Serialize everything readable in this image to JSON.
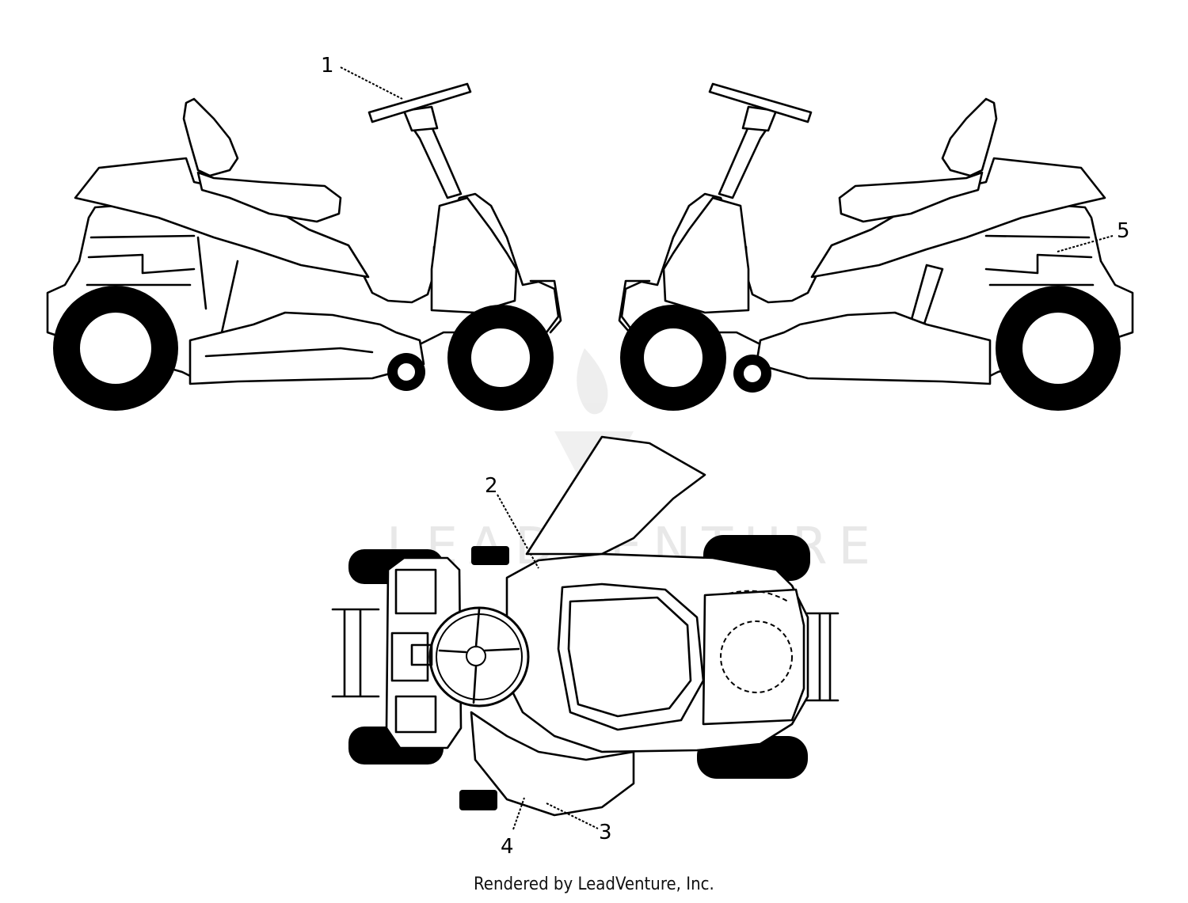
{
  "callouts": [
    {
      "id": "1",
      "label": "1"
    },
    {
      "id": "2",
      "label": "2"
    },
    {
      "id": "3",
      "label": "3"
    },
    {
      "id": "4",
      "label": "4"
    },
    {
      "id": "5",
      "label": "5"
    }
  ],
  "footer": {
    "text": "Rendered by LeadVenture, Inc."
  },
  "watermark": {
    "text": "LEADVENTURE"
  }
}
